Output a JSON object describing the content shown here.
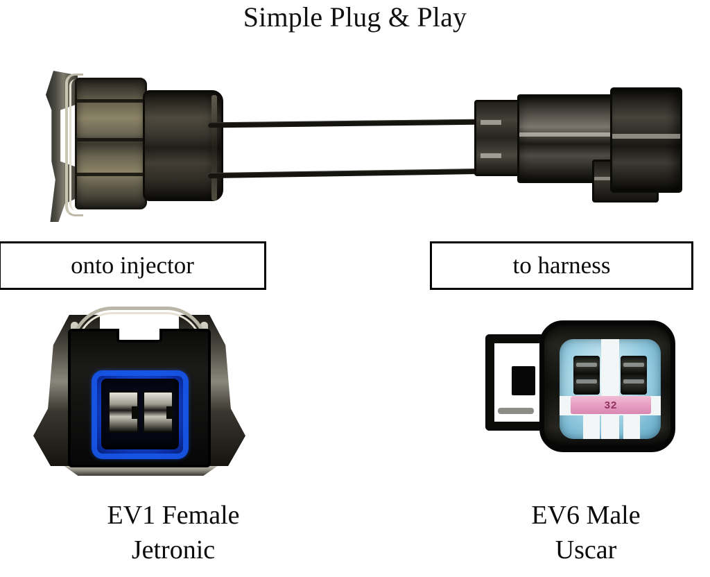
{
  "page": {
    "title": "Simple Plug & Play",
    "background_color": "#ffffff",
    "text_color": "#0a0a0a"
  },
  "harness": {
    "description": "Fuel injector adapter harness photo",
    "left_connector": {
      "name": "EV1 Jetronic female connector with metal retaining clip",
      "body_color": "#3d392f",
      "clip_color": "#c9c6b4"
    },
    "wires": {
      "count": 2,
      "color": "#15140f"
    },
    "right_connector": {
      "name": "EV6 USCAR male connector",
      "body_color": "#2b2923"
    }
  },
  "callouts": {
    "left": {
      "label": "onto injector",
      "border_color": "#000000"
    },
    "right": {
      "label": "to harness",
      "border_color": "#000000"
    }
  },
  "connectors": {
    "ev1_female": {
      "caption_line1": "EV1 Female",
      "caption_line2": "Jetronic",
      "housing_color": "#0b0b0a",
      "gasket_color": "#1449d8",
      "terminal_count": 2,
      "terminal_color": "#e8e6dc",
      "metal_color": "#a9a69b"
    },
    "ev6_male": {
      "caption_line1": "EV6 Male",
      "caption_line2": "Uscar",
      "housing_color": "#121210",
      "face_color": "#9ccfe2",
      "keyway_color": "#f2f6f7",
      "terminal_count": 2,
      "marking_band_color": "#e89cc0",
      "marking_text": "32"
    }
  }
}
